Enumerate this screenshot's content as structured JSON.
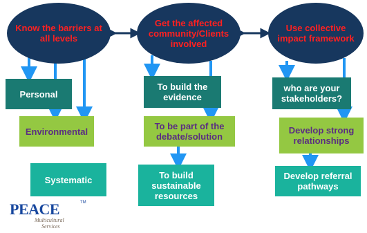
{
  "columns": [
    {
      "header": "Know the barriers at all levels",
      "boxes": [
        "Personal",
        "Environmental",
        "Systematic"
      ]
    },
    {
      "header": "Get the affected community/Clients involved",
      "boxes": [
        "To build the evidence",
        "To be part of the debate/solution",
        "To build sustainable resources"
      ]
    },
    {
      "header": "Use collective impact framework",
      "boxes": [
        "who are your stakeholders?",
        "Develop strong relationships",
        "Develop referral pathways"
      ]
    }
  ],
  "logo": {
    "word": "PEACE",
    "tm": "TM",
    "subtitle_line1": "Multicultural",
    "subtitle_line2": "Services"
  },
  "colors": {
    "oval": "#17375e",
    "oval_text": "#ff2020",
    "box_dark": "#1a7a72",
    "box_green": "#94c842",
    "box_teal": "#1ab39d",
    "arrow": "#2196f3"
  }
}
